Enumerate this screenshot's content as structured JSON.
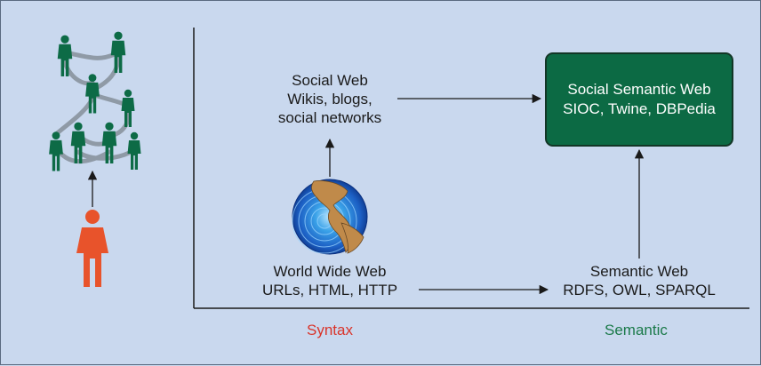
{
  "nodes": {
    "social_web": {
      "title": "Social Web",
      "line2": "Wikis, blogs,",
      "line3": "social networks"
    },
    "www": {
      "title": "World Wide Web",
      "line2": "URLs, HTML, HTTP"
    },
    "semantic_web": {
      "title": "Semantic Web",
      "line2": "RDFS, OWL, SPARQL"
    },
    "social_semantic_web": {
      "title": "Social Semantic Web",
      "line2": "SIOC, Twine, DBPedia"
    }
  },
  "axes": {
    "x_left_label": "Syntax",
    "x_right_label": "Semantic"
  },
  "colors": {
    "background": "#c9d8ee",
    "box_fill": "#0c6a44",
    "people_green": "#0d6b46",
    "person_orange": "#e8532b",
    "syntax_label": "#d9342a",
    "semantic_label": "#1b7a4a"
  },
  "icons": {
    "crowd": "people-network-icon",
    "individual": "person-icon",
    "globe": "globe-icon"
  }
}
